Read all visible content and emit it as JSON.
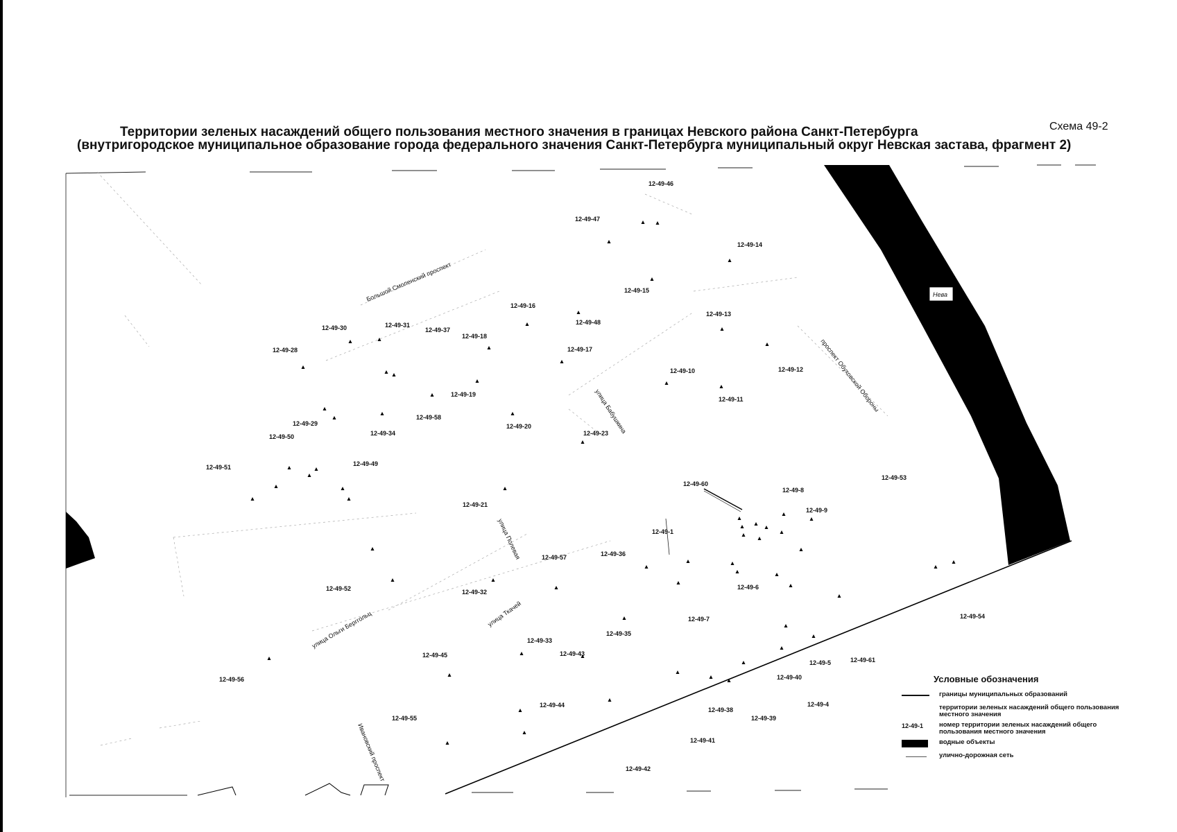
{
  "title_line1": "Территории зеленых насаждений общего пользования местного значения в границах Невского района Санкт-Петербурга",
  "title_line2": "(внутригородское муниципальное образование города федерального значения Санкт-Петербурга муниципальный округ Невская застава, фрагмент 2)",
  "scheme_label": "Схема 49-2",
  "river_label": "Нева",
  "zone_labels": [
    "12-49-46",
    "12-49-47",
    "12-49-14",
    "12-49-15",
    "12-49-13",
    "12-49-16",
    "12-49-48",
    "12-49-30",
    "12-49-31",
    "12-49-37",
    "12-49-18",
    "12-49-28",
    "12-49-17",
    "12-49-10",
    "12-49-12",
    "12-49-11",
    "12-49-19",
    "12-49-58",
    "12-49-29",
    "12-49-50",
    "12-49-34",
    "12-49-20",
    "12-49-23",
    "12-49-51",
    "12-49-49",
    "12-49-53",
    "12-49-60",
    "12-49-8",
    "12-49-9",
    "12-49-21",
    "12-49-1",
    "12-49-57",
    "12-49-36",
    "12-49-52",
    "12-49-32",
    "12-49-6",
    "12-49-54",
    "12-49-7",
    "12-49-35",
    "12-49-33",
    "12-49-45",
    "12-49-43",
    "12-49-5",
    "12-49-61",
    "12-49-56",
    "12-49-40",
    "12-49-44",
    "12-49-38",
    "12-49-39",
    "12-49-4",
    "12-49-55",
    "12-49-41",
    "12-49-42"
  ],
  "street_labels": [
    "Большой Смоленский проспект",
    "проспект Обуховской Обороны",
    "улица Бабушкина",
    "улица Полевая",
    "улица Ольги Берггольц",
    "улица Ткачей",
    "Ивановский проспект"
  ],
  "legend": {
    "title": "Условные обозначения",
    "items": [
      {
        "symbol": "line",
        "text": "границы муниципальных образований"
      },
      {
        "symbol": "none",
        "text": "территории зеленых насаждений общего пользования местного значения"
      },
      {
        "symbol": "code",
        "code": "12-49-1",
        "text": "номер территории зеленых насаждений общего пользования местного значения"
      },
      {
        "symbol": "black",
        "text": "водные объекты"
      },
      {
        "symbol": "thin",
        "text": "улично-дорожная сеть"
      }
    ]
  }
}
